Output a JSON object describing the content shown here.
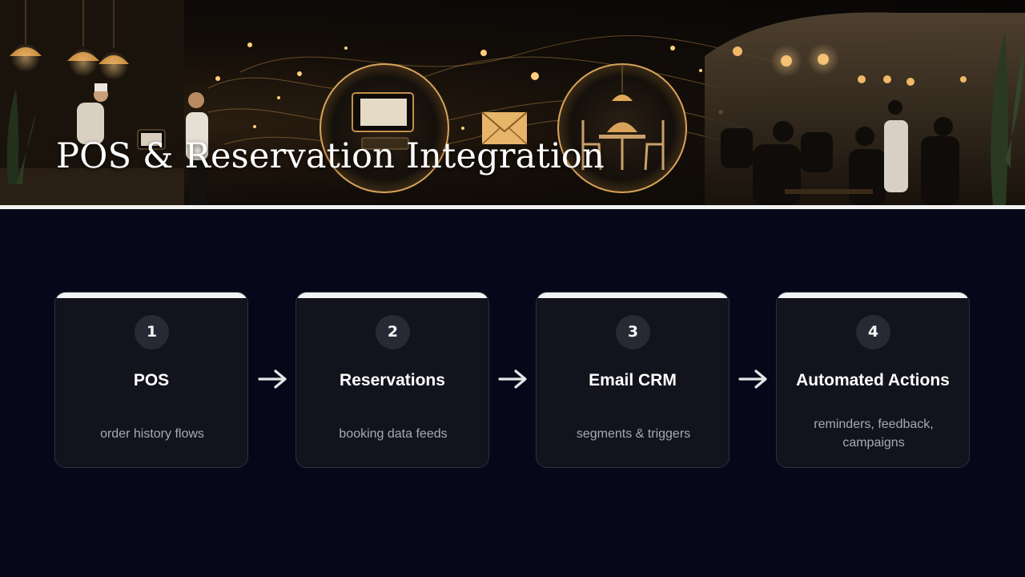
{
  "hero": {
    "title": "POS & Reservation Integration"
  },
  "steps": [
    {
      "number": "1",
      "title": "POS",
      "description": "order history flows"
    },
    {
      "number": "2",
      "title": "Reservations",
      "description": "booking data feeds"
    },
    {
      "number": "3",
      "title": "Email CRM",
      "description": "segments & triggers"
    },
    {
      "number": "4",
      "title": "Automated Actions",
      "description": "reminders, feedback, campaigns"
    }
  ],
  "colors": {
    "background": "#07071a",
    "card": "#12131c",
    "card_border": "#2d2f3b",
    "accent_bar": "#f3f3f3",
    "glow": "#e9b46a"
  }
}
